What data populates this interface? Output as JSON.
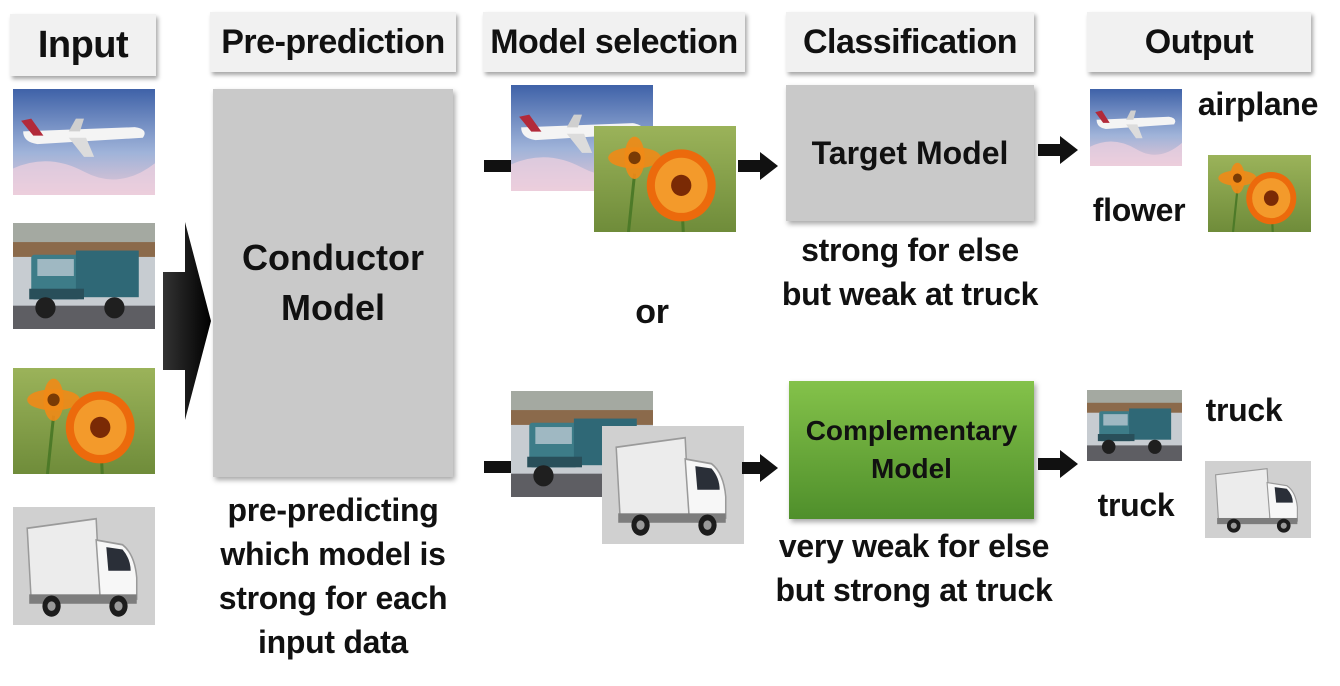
{
  "headers": {
    "input": "Input",
    "pre_prediction": "Pre-prediction",
    "model_selection": "Model selection",
    "classification": "Classification",
    "output": "Output"
  },
  "conductor": {
    "line1": "Conductor",
    "line2": "Model",
    "caption": [
      "pre-predicting",
      "which model is",
      "strong for each",
      "input data"
    ]
  },
  "or_label": "or",
  "target": {
    "title": "Target Model",
    "caption": [
      "strong for else",
      "but weak at truck"
    ]
  },
  "complementary": {
    "line1": "Complementary",
    "line2": "Model",
    "caption": [
      "very weak for else",
      "but strong at truck"
    ]
  },
  "outputs": {
    "airplane": "airplane",
    "flower": "flower",
    "truck1": "truck",
    "truck2": "truck"
  },
  "colors": {
    "header_bg": "#f1f1f1",
    "model_box": "#c9c9c9",
    "complementary_green": "#6fae3d",
    "arrow": "#111111"
  }
}
